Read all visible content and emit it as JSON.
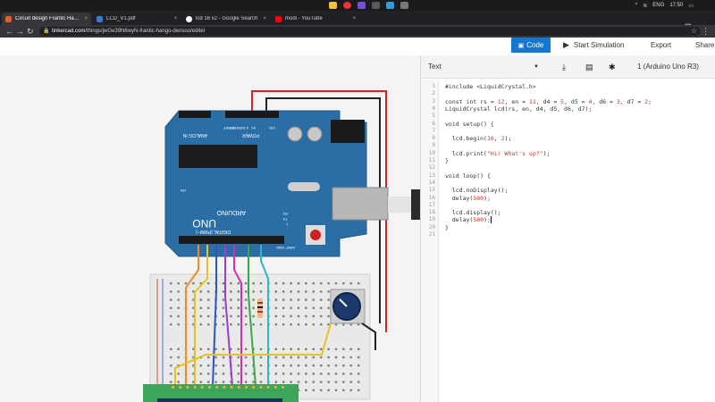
{
  "taskbar": {
    "language": "ENG",
    "time": "17:50"
  },
  "browser": {
    "tabs": [
      {
        "label": "Circuit design Frantic Hango-De...",
        "favicon_color": "#e85b2c",
        "active": true
      },
      {
        "label": "LCD_V1.pdf",
        "favicon_color": "#3d7cc9",
        "active": false
      },
      {
        "label": "lcd 16 x2 - Google Search",
        "favicon_color": "#ffffff",
        "active": false
      },
      {
        "label": "modi - YouTube",
        "favicon_color": "#ff0000",
        "active": false
      }
    ],
    "tab_close_glyph": "×",
    "new_tab_glyph": "+",
    "url_host": "tinkercad.com",
    "url_path": "/things/jwGe39N6wyN-frantic-hango-densoo/editel"
  },
  "app": {
    "code_button_label": "Code",
    "start_simulation_label": "Start Simulation",
    "export_label": "Export",
    "share_label": "Share",
    "accent_color": "#1477d4"
  },
  "code_panel": {
    "mode": "Text",
    "device": "1 (Arduino Uno R3)",
    "tools": [
      "download-icon",
      "library-icon",
      "debugger-bug-icon"
    ],
    "lines": [
      "#include <LiquidCrystal.h>",
      "",
      "const int rs = 12, en = 11, d4 = 5, d5 = 4, d6 = 3, d7 = 2;",
      "LiquidCrystal lcd(rs, en, d4, d5, d6, d7);",
      "",
      "void setup() {",
      "",
      "  lcd.begin(16, 2);",
      "",
      "  lcd.print(\"Hi! What's up?\");",
      "}",
      "",
      "void loop() {",
      "",
      "  lcd.noDisplay();",
      "  delay(500);",
      "",
      "  lcd.display();",
      "  delay(500);",
      "}",
      ""
    ]
  },
  "circuit": {
    "board_brand": "ARDUINO",
    "board_model": "UNO",
    "board_color": "#2a6ea5",
    "breadboard_color": "#e9e9e9",
    "lcd_color": "#3ca65a",
    "labels": {
      "analog_in": "ANALOG IN",
      "power": "POWER",
      "digital": "DIGITAL (PWM~)",
      "ioref": "IOREF",
      "reset": "RESET",
      "v33": "3.3V",
      "v5": "5V",
      "gnd": "GND",
      "vin": "VIN",
      "on": "ON",
      "tx": "TX",
      "rx": "RX",
      "l": "L",
      "aref": "AREF"
    }
  }
}
